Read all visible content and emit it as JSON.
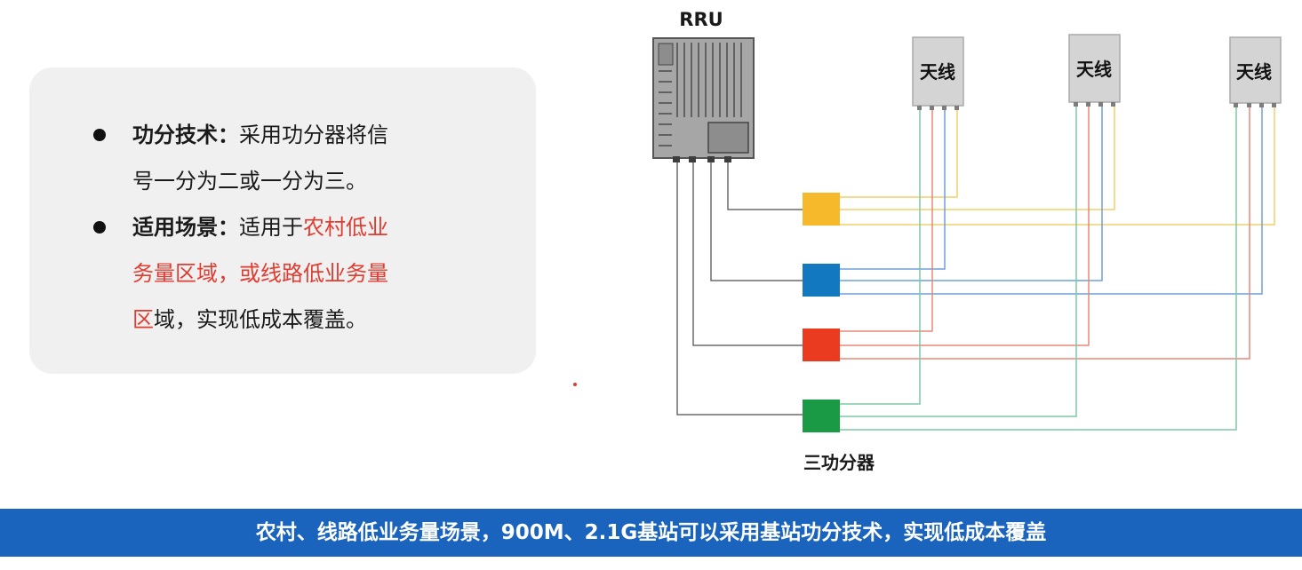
{
  "bullets": [
    {
      "term": "功分技术",
      "colon": "：",
      "line1": "采用功分器将信",
      "line2": "号一分为二或一分为三。"
    },
    {
      "term": "适用场景",
      "colon": "：",
      "line1_plain": "适用于",
      "line1_red": "农村低业",
      "line2_red": "务量区域，或线路低业务量",
      "line3_red": "区",
      "line3_plain": "域，实现低成本覆盖。"
    }
  ],
  "diagram": {
    "rru_label": "RRU",
    "antenna_label": "天线",
    "splitter_label": "三功分器",
    "colors": {
      "yellow": "#f5b92b",
      "blue": "#1279c1",
      "red": "#ea3a1f",
      "green": "#1a9a45",
      "rru_body": "#a9a9a9",
      "antenna_body": "#d6d6d6",
      "cable": "#6b6b6b"
    }
  },
  "banner": {
    "text": "农村、线路低业务量场景，900M、2.1G基站可以采用基站功分技术，实现低成本覆盖"
  }
}
